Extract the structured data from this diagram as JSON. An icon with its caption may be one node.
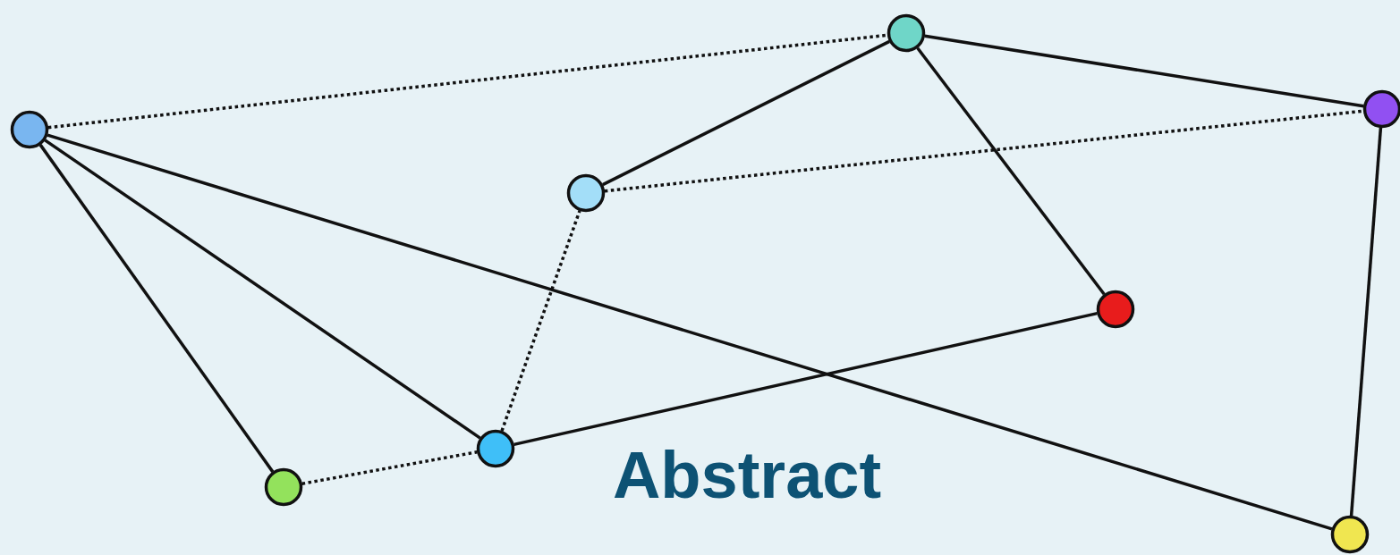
{
  "diagram": {
    "title": "Abstract",
    "nodes": [
      {
        "text": [],
        "shape": "circle"
      },
      {
        "text": [],
        "shape": "circle"
      },
      {
        "text": [],
        "shape": "circle"
      },
      {
        "text": [],
        "shape": "circle"
      },
      {
        "text": [],
        "shape": "circle"
      },
      {
        "text": [],
        "shape": "circle"
      },
      {
        "text": [],
        "shape": "circle"
      },
      {
        "text": [],
        "shape": "circle"
      }
    ],
    "edges": [
      {
        "from": 0,
        "to": 4,
        "arrow": "none",
        "style": "dashed"
      },
      {
        "from": 0,
        "to": 2,
        "arrow": "none"
      },
      {
        "from": 0,
        "to": 1,
        "arrow": "none"
      },
      {
        "from": 0,
        "to": 6,
        "arrow": "none"
      },
      {
        "from": 1,
        "to": 2,
        "arrow": "none",
        "style": "dashed"
      },
      {
        "from": 2,
        "to": 3,
        "arrow": "none",
        "style": "dashed"
      },
      {
        "from": 2,
        "to": 5,
        "arrow": "none"
      },
      {
        "from": 3,
        "to": 4,
        "arrow": "none"
      },
      {
        "from": 3,
        "to": 7,
        "arrow": "none",
        "style": "dashed"
      },
      {
        "from": 4,
        "to": 7,
        "arrow": "none"
      },
      {
        "from": 4,
        "to": 5,
        "arrow": "none"
      },
      {
        "from": 7,
        "to": 6,
        "arrow": "none"
      }
    ]
  }
}
